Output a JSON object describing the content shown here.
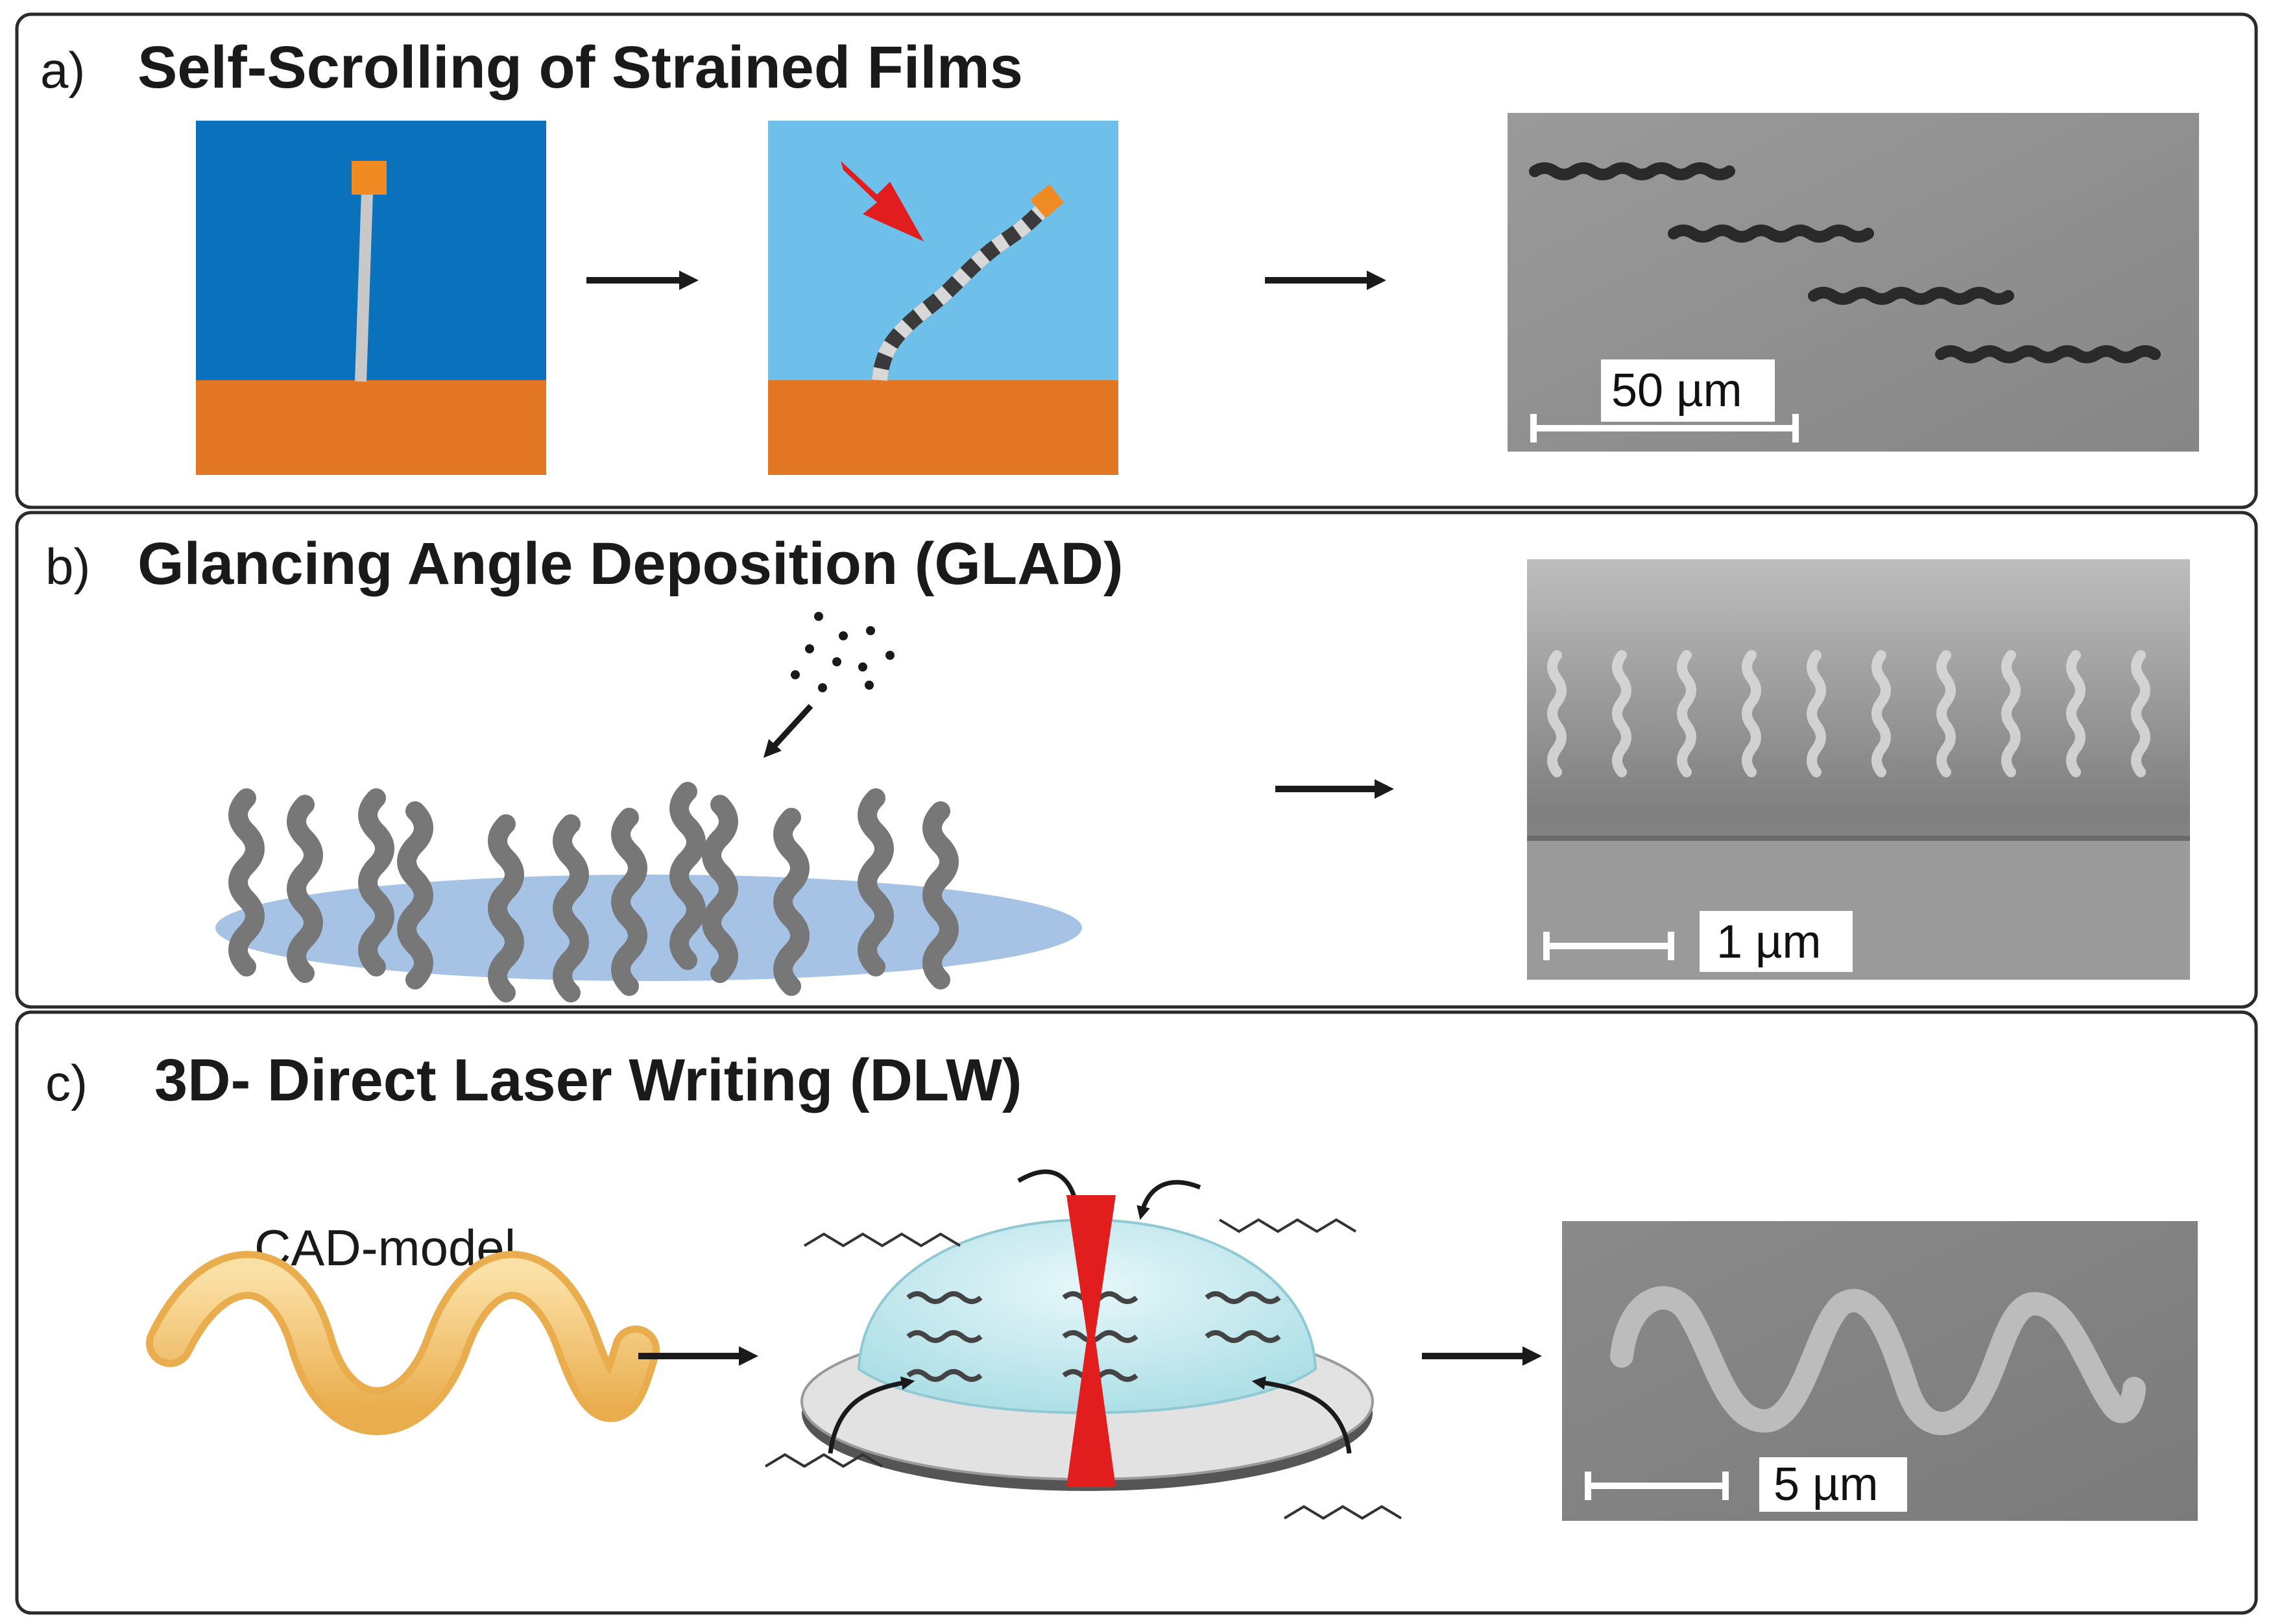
{
  "colors": {
    "panel_border": "#2b2b2b",
    "sky_dark": "#0a72bd",
    "sky_light": "#6ec0ea",
    "substrate_orange": "#e37622",
    "pad_orange": "#f08a22",
    "laser_red": "#e21d1d",
    "sem_gray": "#8d8d8d",
    "glad_disk": "#a6c3e6",
    "helix_gray": "#777777",
    "cad_gold": "#f2c36b",
    "dome_cyan": "#b6e4ea"
  },
  "panels": [
    {
      "letter": "a)",
      "title": "Self-Scrolling of Strained Films",
      "scale_label": "50 µm",
      "icons": [
        "stripe-on-substrate-icon",
        "scrolling-helix-icon",
        "sem-image-helices"
      ]
    },
    {
      "letter": "b)",
      "title": "Glancing Angle Deposition (GLAD)",
      "scale_label": "1 µm",
      "icons": [
        "vapor-particles-icon",
        "helix-array-icon",
        "sem-image-glad"
      ]
    },
    {
      "letter": "c)",
      "title": "3D- Direct Laser Writing (DLW)",
      "cad_label": "CAD-model",
      "scale_label": "5 µm",
      "icons": [
        "cad-helix-icon",
        "resist-droplet-icon",
        "laser-focus-icon",
        "sem-image-dlw"
      ]
    }
  ]
}
